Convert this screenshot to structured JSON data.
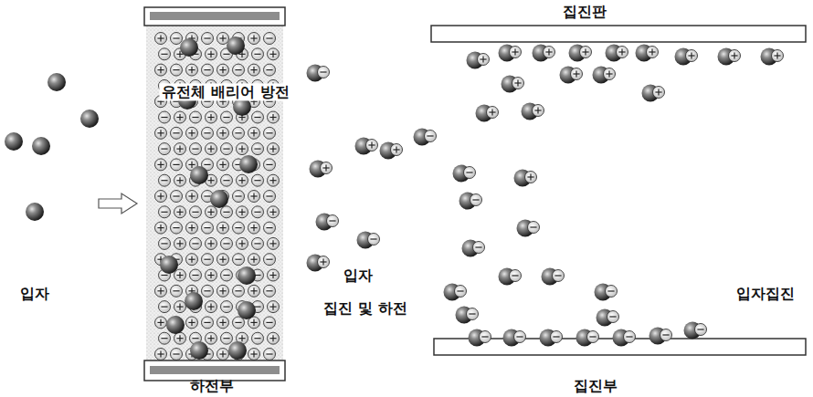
{
  "diagram": {
    "labels": [
      "집진판",
      "유전체 배리어 방전",
      "입자",
      "입자",
      "집진 및 하전",
      "입자집진",
      "하전부",
      "집진부"
    ]
  }
}
